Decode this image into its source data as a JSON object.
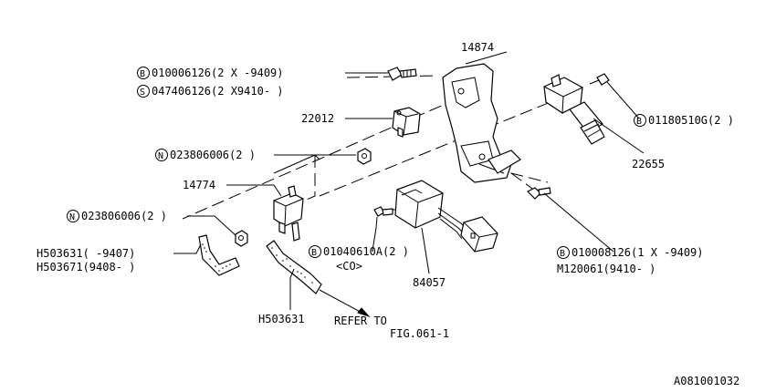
{
  "labels": {
    "p14874": "14874",
    "bolt_b1_a": "010006126(2 X    -9409)",
    "bolt_b1_b": "047406126(2 X9410-    )",
    "p22012": "22012",
    "nut_n1": "023806006(2 )",
    "p14774": "14774",
    "nut_n2": "023806006(2 )",
    "h1_a": "H503631(    -9407)",
    "h1_b": "H503671(9408-    )",
    "h2": "H503631",
    "refer": "REFER TO",
    "fig": "FIG.061-1",
    "bolt_b2_a": "01040610A(2 )",
    "bolt_b2_b": "<CO>",
    "p84057": "84057",
    "bolt_b3": "01180510G(2 )",
    "p22655": "22655",
    "bolt_b4_a": "010008126(1 X    -9409)",
    "bolt_b4_b": "M120061(9410-    )",
    "doc_id": "A081001032"
  },
  "markers": {
    "b": "B",
    "s": "S",
    "n": "N"
  }
}
